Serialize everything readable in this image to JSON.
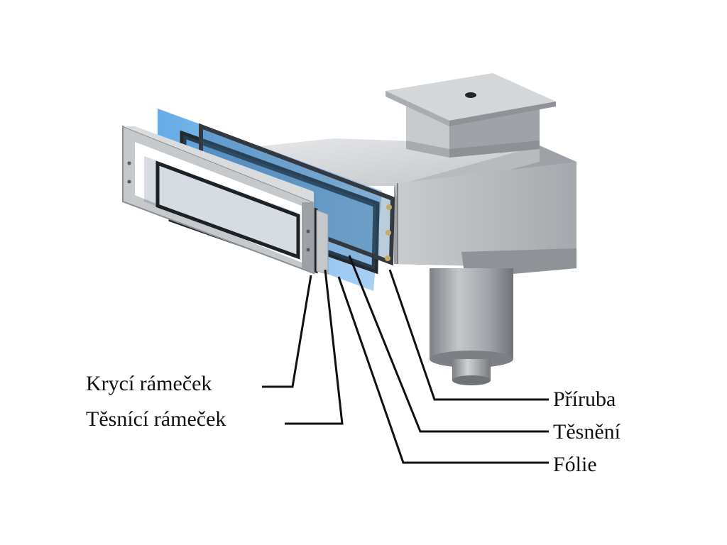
{
  "labels": {
    "left": [
      "Krycí rámeček",
      "Těsnící rámeček"
    ],
    "right": [
      "Příruba",
      "Těsnění",
      "Fólie"
    ]
  },
  "colors": {
    "steel_light": "#d7d9db",
    "steel_mid": "#b6b9bc",
    "steel_dark": "#8e9296",
    "foil_blue": "#6fb2ea",
    "gasket_dark": "#23282d",
    "leader_line": "#111111"
  }
}
